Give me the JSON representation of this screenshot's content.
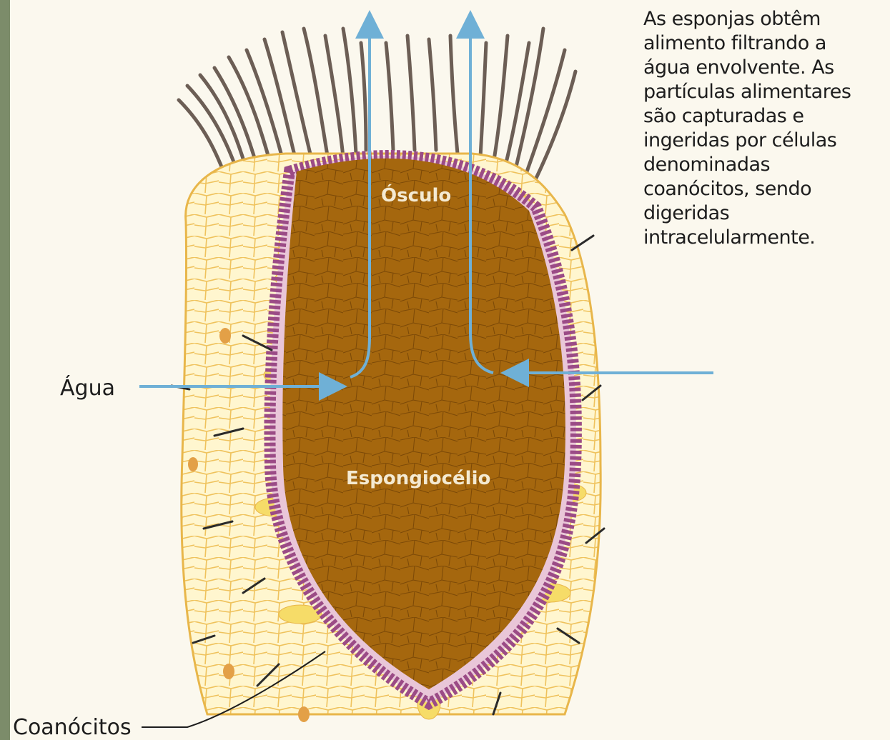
{
  "caption": {
    "lines": [
      "As esponjas obtêm",
      "alimento filtrando a",
      "água envolvente. As",
      "partículas alimentares",
      "são capturadas e",
      "ingeridas por células",
      "denominadas",
      "coanócitos, sendo",
      "digeridas",
      "intracelularmente."
    ]
  },
  "labels": {
    "osculo": "Ósculo",
    "espongiocelio": "Espongiocélio",
    "agua": "Água",
    "coanocitos": "Coanócitos"
  },
  "colors": {
    "cavity": "#a5670e",
    "wall": "#fff4c8",
    "wall_cells": "#f0c75a",
    "choanocytes": "#9b4b86",
    "water_arrows": "#6fb0d6",
    "spicules": "#2a2a2a",
    "osculum_fringe": "#6c5e55"
  },
  "icons": [
    "sponge-illustration",
    "water-flow-arrow",
    "spicule-icon",
    "choanocyte-layer"
  ]
}
